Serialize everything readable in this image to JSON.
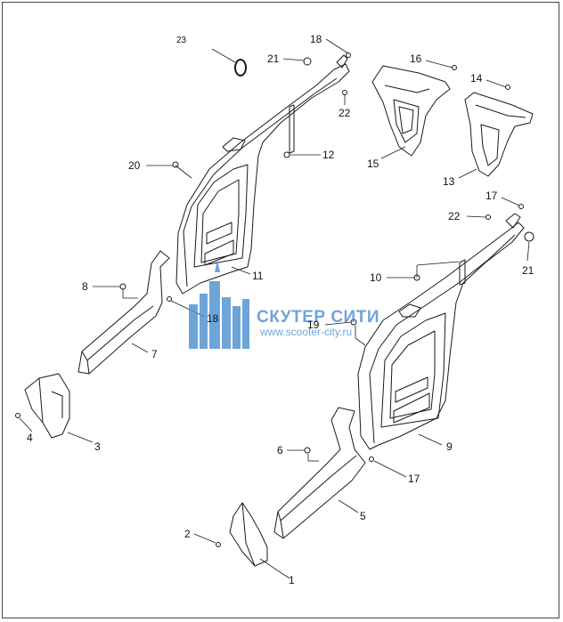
{
  "callouts": {
    "p1": "1",
    "p2": "2",
    "p3": "3",
    "p4": "4",
    "p5": "5",
    "p6": "6",
    "p7": "7",
    "p8": "8",
    "p9": "9",
    "p10": "10",
    "p11": "11",
    "p12": "12",
    "p13": "13",
    "p14": "14",
    "p15": "15",
    "p16": "16",
    "p17a": "17",
    "p17b": "17",
    "p18a": "18",
    "p18b": "18",
    "p19": "19",
    "p20": "20",
    "p21a": "21",
    "p21b": "21",
    "p22a": "22",
    "p22b": "22",
    "p23": "23"
  },
  "watermark": {
    "title": "СКУТЕР СИТИ",
    "url": "www.scooter-city.ru"
  },
  "colors": {
    "line": "#1a1a1a",
    "watermark": "#4a8fd0"
  }
}
